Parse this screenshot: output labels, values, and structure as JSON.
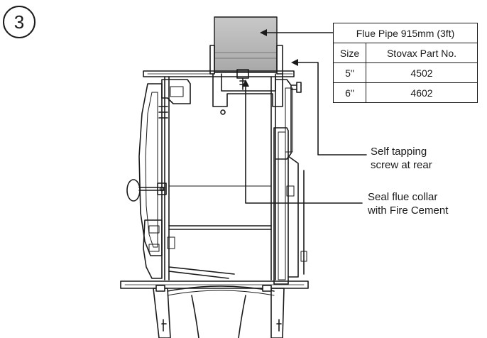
{
  "step": {
    "number": "3"
  },
  "flue_table": {
    "title": "Flue Pipe 915mm (3ft)",
    "headers": [
      "Size",
      "Stovax Part No."
    ],
    "rows": [
      {
        "size": "5\"",
        "part_no": "4502"
      },
      {
        "size": "6\"",
        "part_no": "4602"
      }
    ]
  },
  "callouts": {
    "tapping_screw": [
      "Self tapping",
      "screw at rear"
    ],
    "seal_collar": [
      "Seal flue collar",
      "with Fire Cement"
    ]
  },
  "colors": {
    "line": "#1a1a1a",
    "flue_pipe_fill": "#bdbdbd",
    "background": "#ffffff"
  }
}
